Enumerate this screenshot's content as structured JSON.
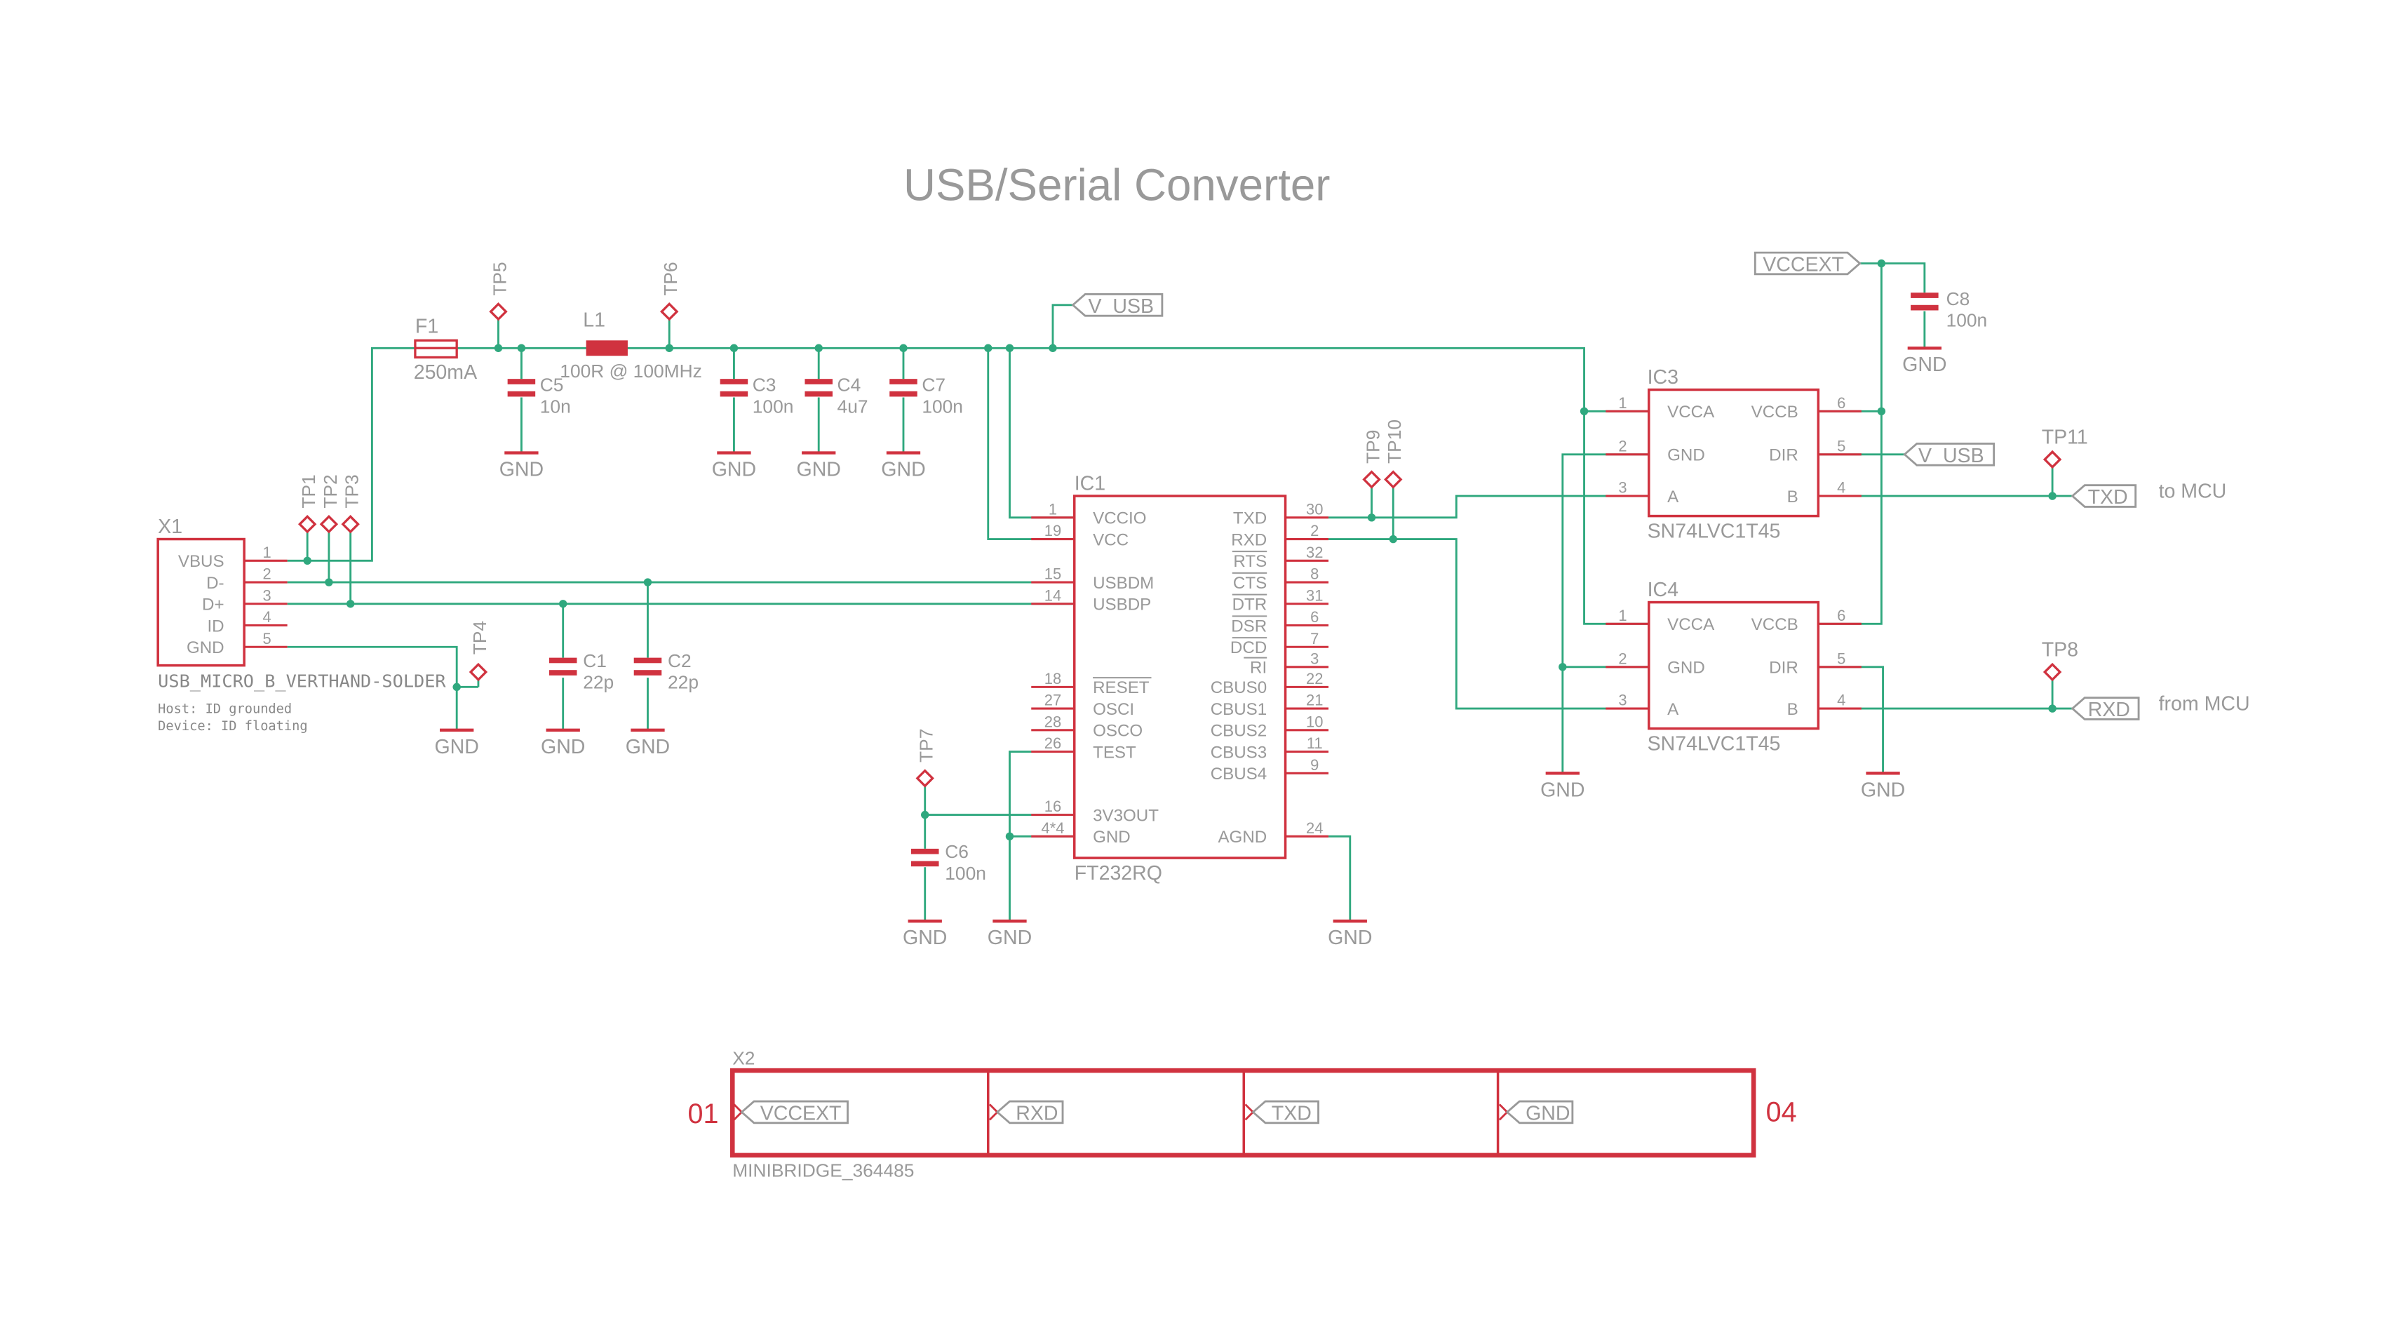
{
  "title": "USB/Serial Converter",
  "colors": {
    "part": "#d0323f",
    "net": "#2fa87e",
    "label": "#999999",
    "background": "#ffffff"
  },
  "net_labels": {
    "v_usb_top": "V_USB",
    "vccext": "VCCEXT",
    "v_usb_dir": "V_USB",
    "txd": "TXD",
    "rxd": "RXD"
  },
  "annotations": {
    "to_mcu": "to MCU",
    "from_mcu": "from MCU"
  },
  "gnd": "GND",
  "parts": {
    "x1": {
      "name": "X1",
      "value": "USB_MICRO_B_VERTHAND-SOLDER",
      "note1": "Host: ID grounded",
      "note2": "Device: ID floating",
      "pins": [
        {
          "label": "VBUS",
          "num": "1"
        },
        {
          "label": "D-",
          "num": "2"
        },
        {
          "label": "D+",
          "num": "3"
        },
        {
          "label": "ID",
          "num": "4"
        },
        {
          "label": "GND",
          "num": "5"
        }
      ]
    },
    "f1": {
      "name": "F1",
      "value": "250mA"
    },
    "l1": {
      "name": "L1",
      "value": "100R @ 100MHz"
    },
    "c1": {
      "name": "C1",
      "value": "22p"
    },
    "c2": {
      "name": "C2",
      "value": "22p"
    },
    "c3": {
      "name": "C3",
      "value": "100n"
    },
    "c4": {
      "name": "C4",
      "value": "4u7"
    },
    "c5": {
      "name": "C5",
      "value": "10n"
    },
    "c6": {
      "name": "C6",
      "value": "100n"
    },
    "c7": {
      "name": "C7",
      "value": "100n"
    },
    "c8": {
      "name": "C8",
      "value": "100n"
    },
    "ic1": {
      "name": "IC1",
      "value": "FT232RQ",
      "left_pins": [
        {
          "label": "VCCIO",
          "num": "1"
        },
        {
          "label": "VCC",
          "num": "19"
        },
        {
          "label": "USBDM",
          "num": "15"
        },
        {
          "label": "USBDP",
          "num": "14"
        },
        {
          "label": "RESET",
          "num": "18"
        },
        {
          "label": "OSCI",
          "num": "27"
        },
        {
          "label": "OSCO",
          "num": "28"
        },
        {
          "label": "TEST",
          "num": "26"
        },
        {
          "label": "3V3OUT",
          "num": "16"
        },
        {
          "label": "GND",
          "num": "4*4"
        }
      ],
      "right_pins": [
        {
          "label": "TXD",
          "num": "30"
        },
        {
          "label": "RXD",
          "num": "2"
        },
        {
          "label": "RTS",
          "num": "32"
        },
        {
          "label": "CTS",
          "num": "8"
        },
        {
          "label": "DTR",
          "num": "31"
        },
        {
          "label": "DSR",
          "num": "6"
        },
        {
          "label": "DCD",
          "num": "7"
        },
        {
          "label": "RI",
          "num": "3"
        },
        {
          "label": "CBUS0",
          "num": "22"
        },
        {
          "label": "CBUS1",
          "num": "21"
        },
        {
          "label": "CBUS2",
          "num": "10"
        },
        {
          "label": "CBUS3",
          "num": "11"
        },
        {
          "label": "CBUS4",
          "num": "9"
        },
        {
          "label": "AGND",
          "num": "24"
        }
      ]
    },
    "ic3": {
      "name": "IC3",
      "value": "SN74LVC1T45",
      "left_pins": [
        {
          "label": "VCCA",
          "num": "1"
        },
        {
          "label": "GND",
          "num": "2"
        },
        {
          "label": "A",
          "num": "3"
        }
      ],
      "right_pins": [
        {
          "label": "VCCB",
          "num": "6"
        },
        {
          "label": "DIR",
          "num": "5"
        },
        {
          "label": "B",
          "num": "4"
        }
      ]
    },
    "ic4": {
      "name": "IC4",
      "value": "SN74LVC1T45",
      "left_pins": [
        {
          "label": "VCCA",
          "num": "1"
        },
        {
          "label": "GND",
          "num": "2"
        },
        {
          "label": "A",
          "num": "3"
        }
      ],
      "right_pins": [
        {
          "label": "VCCB",
          "num": "6"
        },
        {
          "label": "DIR",
          "num": "5"
        },
        {
          "label": "B",
          "num": "4"
        }
      ]
    },
    "x2": {
      "name": "X2",
      "value": "MINIBRIDGE_364485",
      "start_num": "01",
      "end_num": "04",
      "pins": [
        "VCCEXT",
        "RXD",
        "TXD",
        "GND"
      ]
    }
  },
  "test_points": {
    "tp1": "TP1",
    "tp2": "TP2",
    "tp3": "TP3",
    "tp4": "TP4",
    "tp5": "TP5",
    "tp6": "TP6",
    "tp7": "TP7",
    "tp8": "TP8",
    "tp9": "TP9",
    "tp10": "TP10",
    "tp11": "TP11"
  }
}
